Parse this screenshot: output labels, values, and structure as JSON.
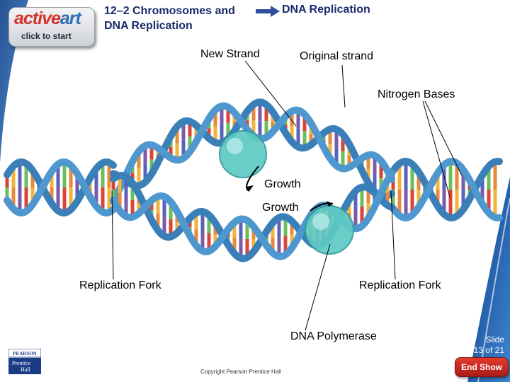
{
  "header": {
    "logo_word": "active",
    "logo_word2": "art",
    "logo_sub": "click to start",
    "title_line1": "12–2 Chromosomes and",
    "title_line2": "DNA Replication",
    "subtitle": "DNA Replication"
  },
  "labels": {
    "new_strand": "New Strand",
    "original_strand": "Original strand",
    "nitrogen_bases": "Nitrogen Bases",
    "growth_top": "Growth",
    "growth_bottom": "Growth",
    "replication_fork_left": "Replication Fork",
    "replication_fork_right": "Replication Fork",
    "dna_polymerase": "DNA Polymerase"
  },
  "footer": {
    "copyright": "Copyright Pearson Prentice Hall",
    "slide_line1": "Slide",
    "slide_line2": "13 of 21",
    "end_show": "End Show",
    "publisher_top": "PEARSON",
    "publisher_bottom1": "Prentice",
    "publisher_bottom2": "Hall"
  },
  "colors": {
    "title": "#1a2a6c",
    "backbone": "#4f97cf",
    "end_button": "#c62a20",
    "swoosh": "#1f5fa8"
  }
}
